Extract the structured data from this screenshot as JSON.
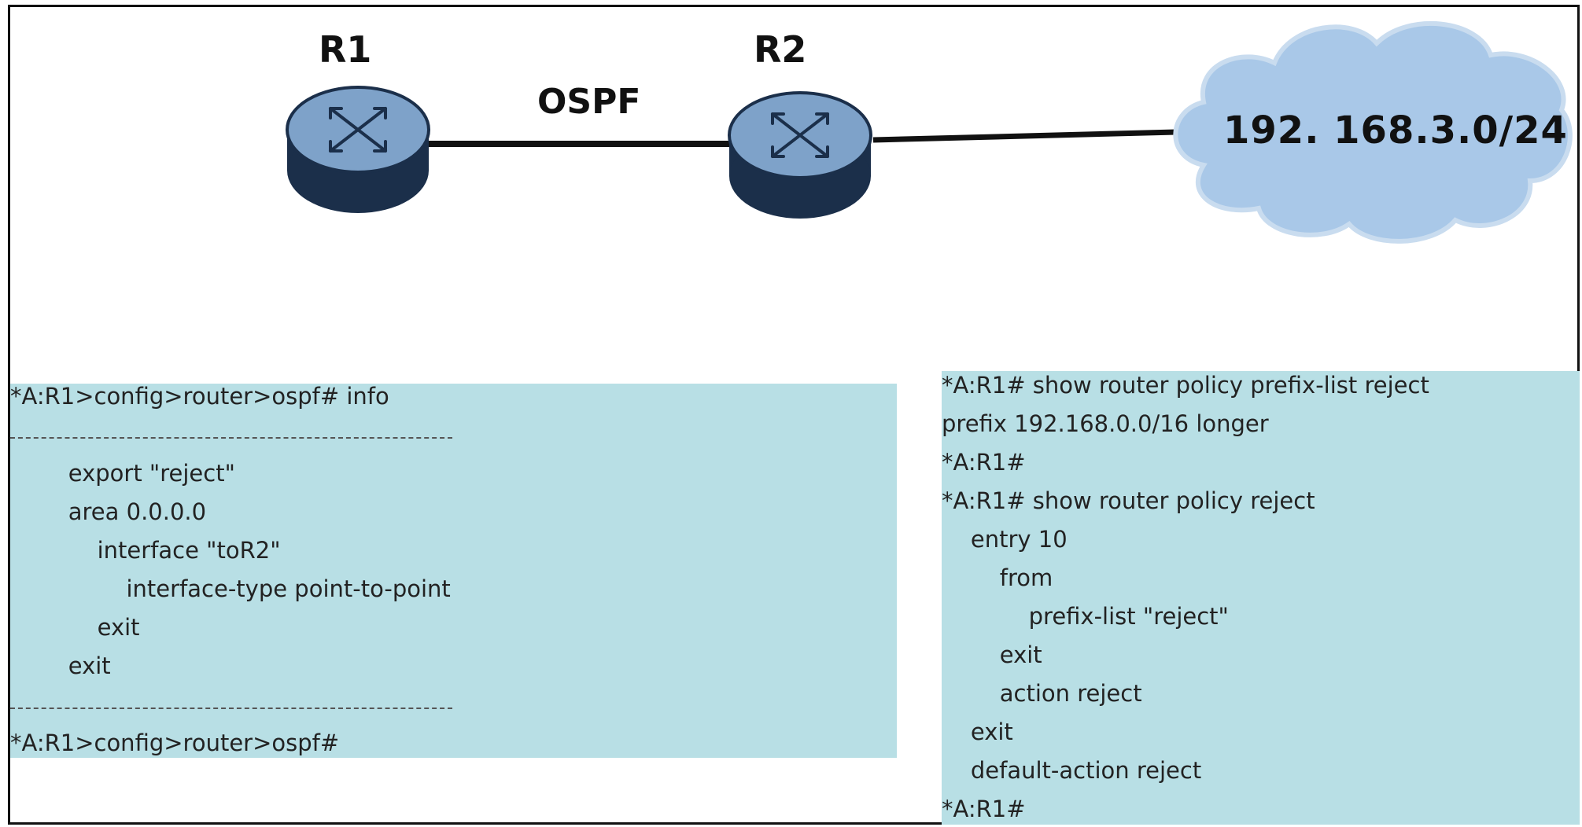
{
  "topology": {
    "routers": [
      {
        "label": "R1"
      },
      {
        "label": "R2"
      }
    ],
    "link_label": "OSPF",
    "network_label": "192. 168.3.0/24",
    "colors": {
      "router": "#7ea2c9",
      "cloud": "#a9c8e8",
      "panel": "#b8dfe5"
    }
  },
  "left_panel": {
    "lines": [
      "*A:R1>config>router>ospf# info",
      "--------------------------------------------",
      "        export \"reject\"",
      "        area 0.0.0.0",
      "            interface \"toR2\"",
      "                interface-type point-to-point",
      "            exit",
      "        exit",
      "--------------------------------------------",
      "*A:R1>config>router>ospf#"
    ]
  },
  "right_panel": {
    "lines": [
      "*A:R1# show router policy prefix-list reject",
      "prefix 192.168.0.0/16 longer",
      "*A:R1#",
      "*A:R1# show router policy reject",
      "    entry 10",
      "        from",
      "            prefix-list \"reject\"",
      "        exit",
      "        action reject",
      "    exit",
      "    default-action reject",
      "*A:R1#"
    ]
  }
}
